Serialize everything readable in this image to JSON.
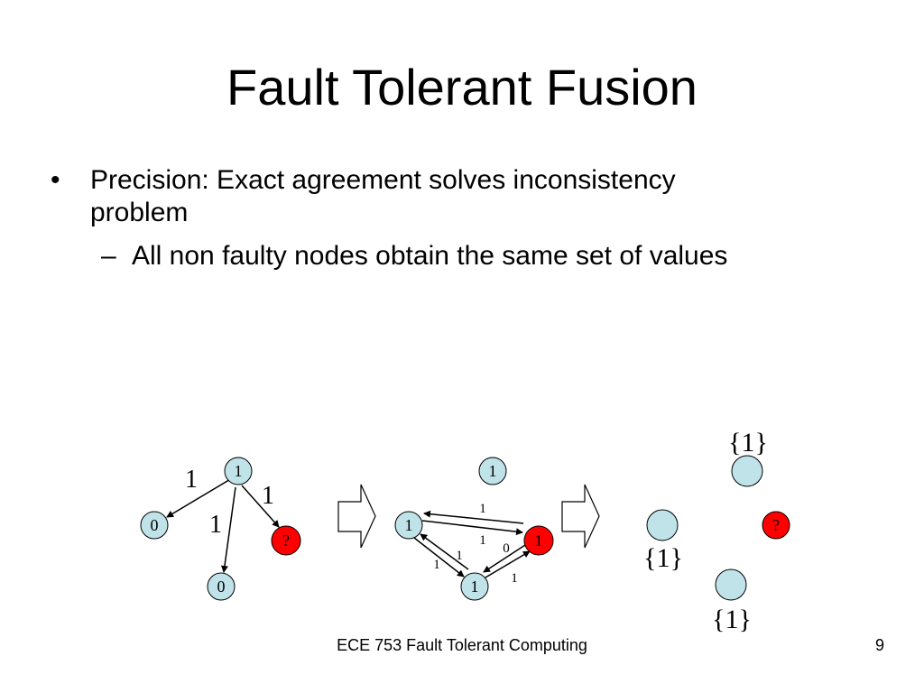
{
  "slide": {
    "title": "Fault Tolerant Fusion",
    "bullets": [
      {
        "mark": "•",
        "text": "Precision: Exact agreement solves inconsistency problem",
        "sub": {
          "mark": "–",
          "text": "All non faulty nodes obtain the same set of values"
        }
      }
    ],
    "footer": "ECE 753 Fault Tolerant Computing",
    "page_number": "9"
  },
  "diagram": {
    "colors": {
      "node_fill": "#bfe3e8",
      "faulty_fill": "#ff0000",
      "stroke": "#000000"
    },
    "stage1": {
      "nodes": {
        "top": "1",
        "left": "0",
        "faulty": "?",
        "bottom": "0"
      },
      "edge_labels": {
        "top_left": "1",
        "top_faulty": "1",
        "top_bottom": "1"
      }
    },
    "stage2": {
      "nodes": {
        "top": "1",
        "left": "1",
        "faulty": "1",
        "bottom": "1"
      },
      "edge_labels": {
        "left_to_faulty": "1",
        "faulty_to_left": "1",
        "left_to_bottom": "1",
        "bottom_to_left": "1",
        "bottom_to_faulty": "1",
        "faulty_to_bottom": "0"
      }
    },
    "stage3": {
      "nodes": {
        "top": "",
        "left": "",
        "faulty": "?",
        "bottom": ""
      },
      "value_sets": {
        "top": "{1}",
        "left": "{1}",
        "bottom": "{1}"
      }
    }
  }
}
